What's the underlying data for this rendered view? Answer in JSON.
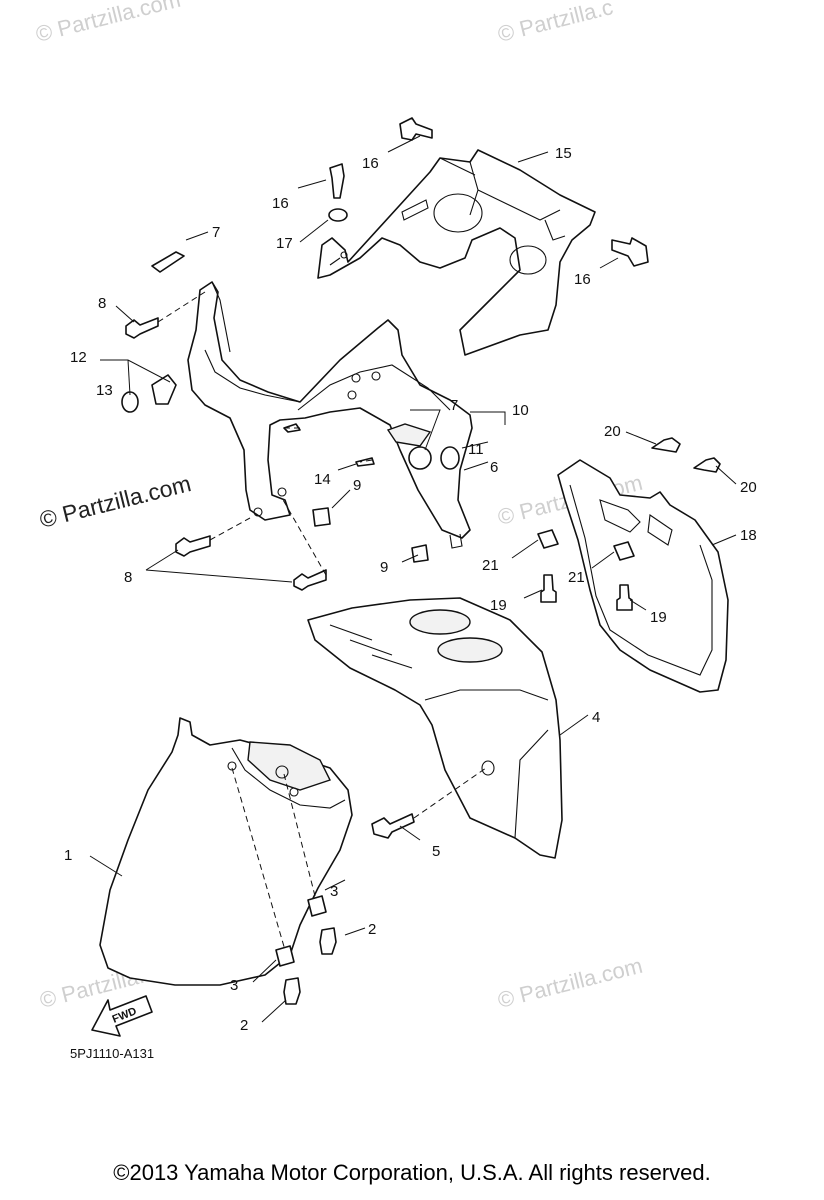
{
  "watermarks": {
    "top_left": "© Partzilla.com",
    "top_right": "© Partzilla.c",
    "main": "© Partzilla.com",
    "mid_right": "© Partzilla.com",
    "bottom_left": "© Partzilla.com",
    "bottom_right": "© Partzilla.com"
  },
  "callouts": [
    "1",
    "2",
    "2",
    "3",
    "3",
    "4",
    "5",
    "6",
    "7",
    "7",
    "8",
    "8",
    "9",
    "9",
    "10",
    "11",
    "12",
    "13",
    "14",
    "15",
    "16",
    "16",
    "16",
    "17",
    "18",
    "19",
    "19",
    "20",
    "20",
    "21",
    "21"
  ],
  "direction_label": "FWD",
  "diagram_code": "5PJ1110-A131",
  "copyright": "©2013  Yamaha Motor Corporation, U.S.A. All rights reserved."
}
